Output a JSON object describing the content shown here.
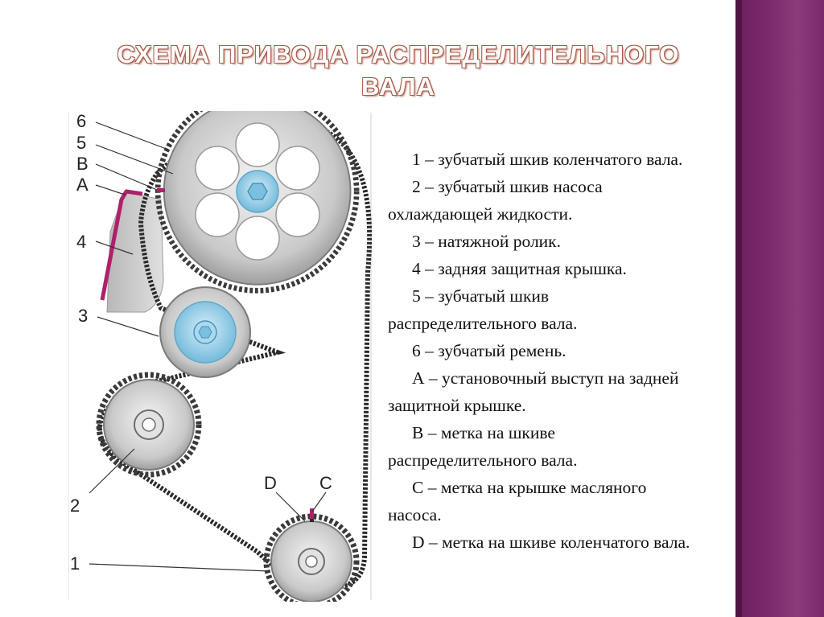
{
  "title": {
    "line1": "СХЕМА ПРИВОДА РАСПРЕДЕЛИТЕЛЬНОГО",
    "line2": "ВАЛА"
  },
  "diagram": {
    "labels": [
      "6",
      "5",
      "B",
      "A",
      "4",
      "3",
      "2",
      "1",
      "D",
      "C"
    ]
  },
  "legend": [
    {
      "first": "1 – зубчатый шкив коленчатого вала.",
      "cont": ""
    },
    {
      "first": "2 – зубчатый шкив насоса",
      "cont": "охлаждающей жидкости."
    },
    {
      "first": "3 – натяжной ролик.",
      "cont": ""
    },
    {
      "first": "4 – задняя защитная крышка.",
      "cont": ""
    },
    {
      "first": "5 – зубчатый шкив",
      "cont": "распределительного вала."
    },
    {
      "first": "6 – зубчатый ремень.",
      "cont": ""
    },
    {
      "first": "А – установочный выступ на задней",
      "cont": "защитной крышке."
    },
    {
      "first": "В – метка на шкиве",
      "cont": "распределительного вала."
    },
    {
      "first": "С – метка на крышке масляного",
      "cont": "насоса."
    },
    {
      "first": "D – метка на шкиве коленчатого вала.",
      "cont": ""
    }
  ],
  "colors": {
    "side_band": "#7a2a6b",
    "marker_magenta": "#b0206a",
    "hub_blue": "#8ecde8"
  }
}
